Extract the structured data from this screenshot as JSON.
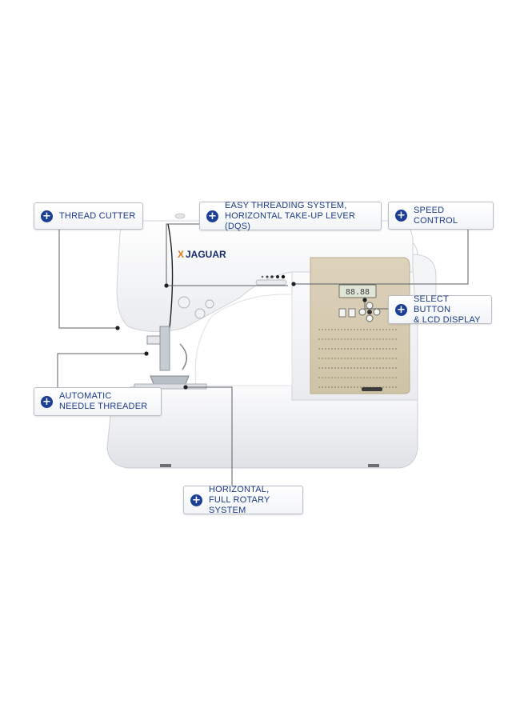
{
  "brand": {
    "logo_text": "JAGUAR",
    "accent": "#e07a1f"
  },
  "machine": {
    "display_digits": "88.88"
  },
  "callouts": {
    "thread_cutter": "THREAD CUTTER",
    "easy_threading": "EASY THREADING SYSTEM,\nHORIZONTAL TAKE-UP LEVER (DQS)",
    "speed_control": "SPEED CONTROL",
    "select_button": "SELECT BUTTON\n& LCD DISPLAY",
    "needle_threader": "AUTOMATIC\nNEEDLE THREADER",
    "rotary_system": "HORIZONTAL,\nFULL ROTARY SYSTEM"
  },
  "icons": {
    "callout_marker": "plus-circle-icon"
  },
  "colors": {
    "callout_text": "#1b3a86",
    "marker": "#1c3f95",
    "panel": "#d9cdb4",
    "body": "#ffffff"
  }
}
